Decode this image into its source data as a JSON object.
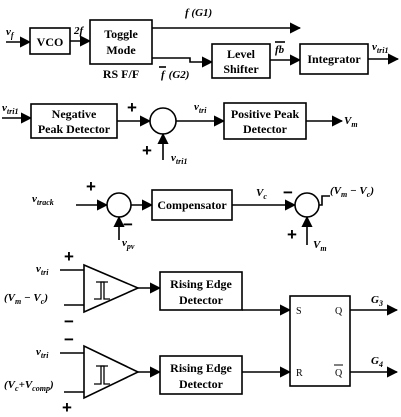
{
  "row1": {
    "vf": "v",
    "vf_sub": "f",
    "vco": "VCO",
    "two_f": "2f",
    "toggle_l1": "Toggle",
    "toggle_l2": "Mode",
    "rsff": "RS F/F",
    "f_g1": "f (G1)",
    "fbar_g2_f": "f",
    "fbar_g2_rest": "(G2)",
    "level_l1": "Level",
    "level_l2": "Shifter",
    "fb": "fb",
    "integrator": "Integrator",
    "vtri1_out": "v",
    "vtri1_out_sub": "tri1"
  },
  "row2": {
    "vtri1_in": "v",
    "vtri1_in_sub": "tri1",
    "neg_l1": "Negative",
    "neg_l2": "Peak Detector",
    "plus_top": "+",
    "plus_bottom": "+",
    "vtri": "v",
    "vtri_sub": "tri",
    "vtri1_fb": "v",
    "vtri1_fb_sub": "tri1",
    "pos_l1": "Positive Peak",
    "pos_l2": "Detector",
    "vm": "V",
    "vm_sub": "m"
  },
  "row3": {
    "vtrack": "v",
    "vtrack_sub": "track",
    "plus": "+",
    "minus": "−",
    "vpv": "v",
    "vpv_sub": "pv",
    "compensator": "Compensator",
    "vc": "V",
    "vc_sub": "c",
    "minus2": "−",
    "plus2": "+",
    "vm_vc": "(V",
    "vm_vc_m": "m",
    "vm_vc_mid": " − V",
    "vm_vc_c": "c",
    "vm_vc_end": ")",
    "vm_in": "V",
    "vm_in_sub": "m"
  },
  "row4": {
    "vtri": "v",
    "vtri_sub": "tri",
    "plus": "+",
    "vmvc_open": "(V",
    "vmvc_m": "m",
    "vmvc_mid": " − V",
    "vmvc_c": "c",
    "vmvc_close": ")",
    "minus": "−",
    "red_l1": "Rising Edge",
    "red_l2": "Detector",
    "s_pin": "S",
    "q_pin": "Q",
    "g3": "G",
    "g3_sub": "3"
  },
  "row5": {
    "vtri": "v",
    "vtri_sub": "tri",
    "minus": "−",
    "vcvcomp_open": "(V",
    "vcvcomp_c": "c",
    "vcvcomp_mid": "+V",
    "vcvcomp_comp": "comp",
    "vcvcomp_close": ")",
    "plus": "+",
    "red_l1": "Rising Edge",
    "red_l2": "Detector",
    "r_pin": "R",
    "qbar_pin": "Q",
    "g4": "G",
    "g4_sub": "4"
  }
}
